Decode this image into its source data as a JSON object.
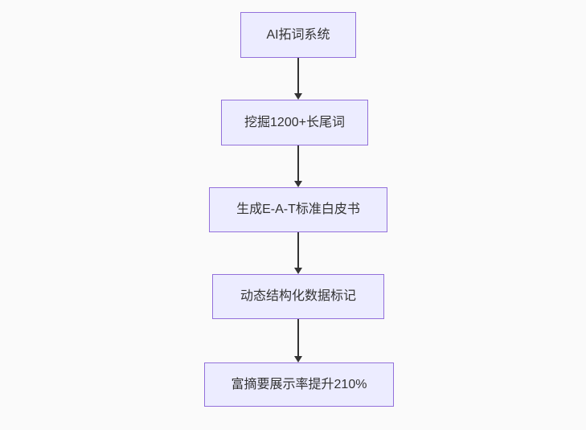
{
  "diagram": {
    "type": "flowchart",
    "direction": "top-down",
    "nodes": [
      {
        "id": "A",
        "label": "AI拓词系统"
      },
      {
        "id": "B",
        "label": "挖掘1200+长尾词"
      },
      {
        "id": "C",
        "label": "生成E-A-T标准白皮书"
      },
      {
        "id": "D",
        "label": "动态结构化数据标记"
      },
      {
        "id": "E",
        "label": "富摘要展示率提升210%"
      }
    ],
    "edges": [
      {
        "from": "A",
        "to": "B",
        "style": "arrow-down"
      },
      {
        "from": "B",
        "to": "C",
        "style": "arrow-down"
      },
      {
        "from": "C",
        "to": "D",
        "style": "arrow-down"
      },
      {
        "from": "D",
        "to": "E",
        "style": "arrow-down"
      }
    ],
    "colors": {
      "node_fill": "#ECECFF",
      "node_border": "#9370DB",
      "text": "#333333",
      "arrow": "#333333",
      "background": "#fafafa"
    }
  }
}
